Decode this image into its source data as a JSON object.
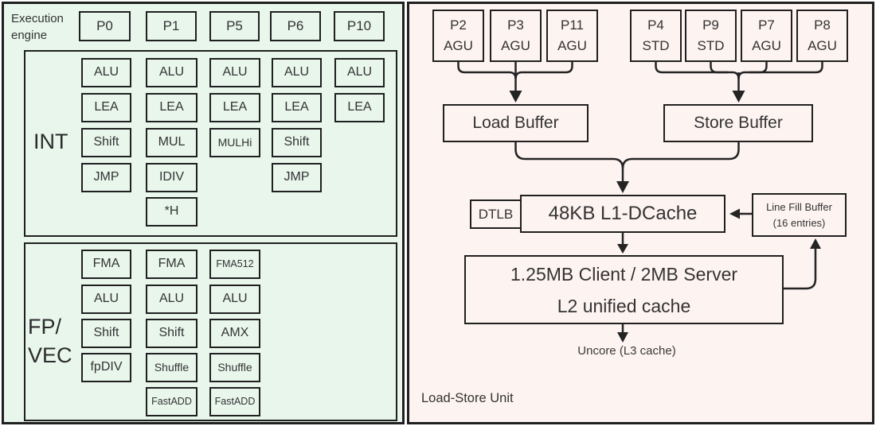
{
  "colors": {
    "left_bg": "#e8f6ec",
    "right_bg": "#fdf3f1",
    "line": "#202020",
    "text": "#333333"
  },
  "execution_engine": {
    "title": "Execution engine",
    "ports": [
      "P0",
      "P1",
      "P5",
      "P6",
      "P10"
    ],
    "int": {
      "label": "INT",
      "columns": [
        [
          "ALU",
          "LEA",
          "Shift",
          "JMP"
        ],
        [
          "ALU",
          "LEA",
          "MUL",
          "IDIV",
          "*H"
        ],
        [
          "ALU",
          "LEA",
          "MULHi"
        ],
        [
          "ALU",
          "LEA",
          "Shift",
          "JMP"
        ],
        [
          "ALU",
          "LEA"
        ]
      ]
    },
    "fp_vec": {
      "label_line1": "FP/",
      "label_line2": "VEC",
      "columns": [
        [
          "FMA",
          "ALU",
          "Shift",
          "fpDIV"
        ],
        [
          "FMA",
          "ALU",
          "Shift",
          "Shuffle",
          "FastADD"
        ],
        [
          "FMA512",
          "ALU",
          "AMX",
          "Shuffle",
          "FastADD"
        ]
      ]
    }
  },
  "load_store_unit": {
    "footer": "Load-Store Unit",
    "load_ports": [
      {
        "port": "P2",
        "unit": "AGU"
      },
      {
        "port": "P3",
        "unit": "AGU"
      },
      {
        "port": "P11",
        "unit": "AGU"
      }
    ],
    "store_ports": [
      {
        "port": "P4",
        "unit": "STD"
      },
      {
        "port": "P9",
        "unit": "STD"
      },
      {
        "port": "P7",
        "unit": "AGU"
      },
      {
        "port": "P8",
        "unit": "AGU"
      }
    ],
    "load_buffer": "Load Buffer",
    "store_buffer": "Store Buffer",
    "dtlb": "DTLB",
    "l1_dcache": "48KB L1-DCache",
    "line_fill_buffer": {
      "line1": "Line Fill Buffer",
      "line2": "(16 entries)"
    },
    "l2_cache": {
      "line1": "1.25MB Client / 2MB Server",
      "line2": "L2 unified cache"
    },
    "uncore": "Uncore (L3 cache)"
  }
}
